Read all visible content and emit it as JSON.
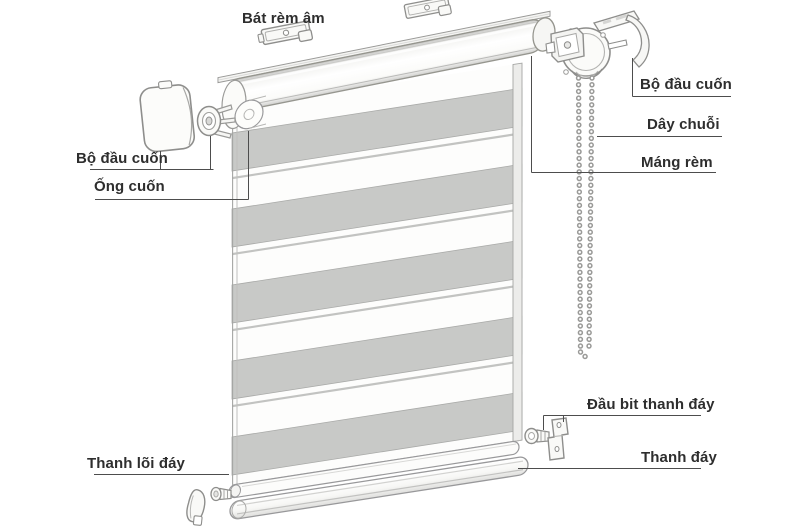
{
  "colors": {
    "page_bg": "#ffffff",
    "label_text": "#2e2e2e",
    "leader_line": "#4d4d4d",
    "outline": "#8e8e8c",
    "stripe_gray": "#c8c9c7",
    "stripe_separator": "#c2c3c1",
    "fabric_white": "#fdfdfc"
  },
  "labels": {
    "top_bracket": "Bát rèm âm",
    "head_unit_left": "Bộ đầu cuốn",
    "roller_tube": "Ống cuốn",
    "head_unit_right": "Bộ đầu cuốn",
    "bead_chain": "Dây chuỗi",
    "headrail": "Máng rèm",
    "bottom_bar_end_cap": "Đầu bit thanh đáy",
    "bottom_bar": "Thanh đáy",
    "bottom_core_bar": "Thanh lõi đáy"
  }
}
